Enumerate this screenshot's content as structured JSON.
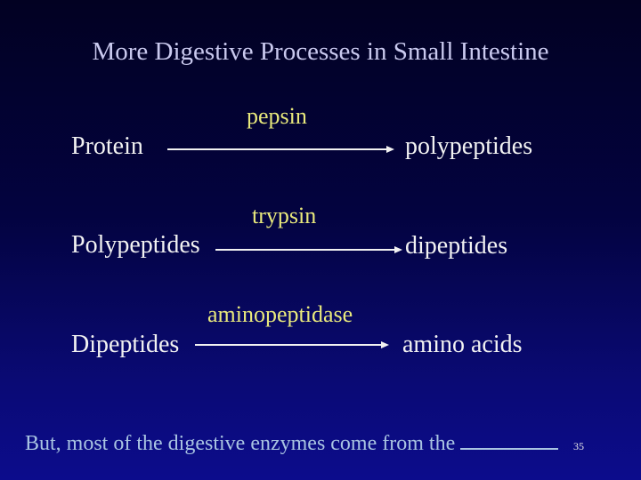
{
  "slide": {
    "title": "More Digestive Processes in Small Intestine",
    "reactions": [
      {
        "substrate": "Protein",
        "enzyme": "pepsin",
        "product": "polypeptides"
      },
      {
        "substrate": "Polypeptides",
        "enzyme": "trypsin",
        "product": "dipeptides"
      },
      {
        "substrate": "Dipeptides",
        "enzyme": "aminopeptidase",
        "product": "amino acids"
      }
    ],
    "footer": {
      "text": "But, most of the digestive enzymes come from the",
      "slide_number": "35"
    },
    "colors": {
      "background_top": "#020122",
      "background_bottom": "#0c0c8c",
      "title_text": "#c9c9ee",
      "enzyme_text": "#e9e97c",
      "body_text": "#f2f2f2",
      "footer_text": "#a9c4e2",
      "arrow": "#f2f2f2"
    }
  }
}
